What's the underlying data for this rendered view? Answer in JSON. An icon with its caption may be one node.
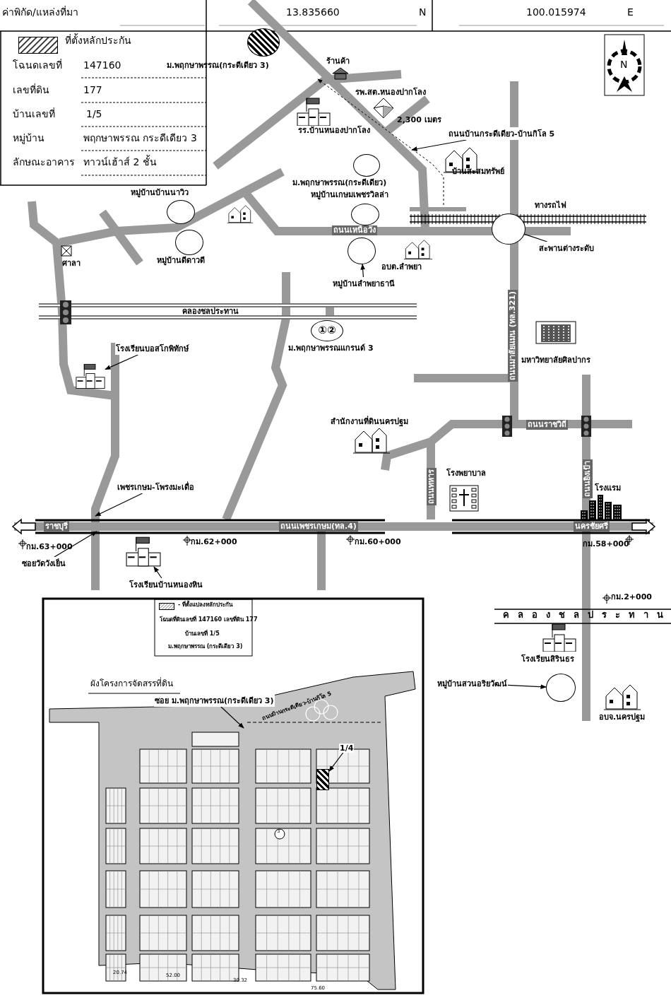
{
  "diagram": {
    "nodes": [
      {
        "text": [],
        "shape": "circle",
        "beside": [
          "ม.พฤกษาพรรณ(กระดีเดียว 3)"
        ]
      },
      {
        "text": [],
        "shape": "circle",
        "beside": [
          "ม.พฤกษาพรรณ(กระดีเดียว)"
        ]
      },
      {
        "text": [],
        "shape": "circle",
        "beside": [
          "หมู่บ้านบ้านนาวิว"
        ]
      },
      {
        "text": [],
        "shape": "circle",
        "beside": [
          "หมู่บ้านดีดาวดี"
        ]
      },
      {
        "text": [],
        "shape": "circle",
        "beside": [
          "หมู่บ้านเกษมเพชรวิลล่า"
        ]
      },
      {
        "text": [],
        "shape": "circle"
      },
      {
        "text": [
          "หมู่บ้านลำพยาธานี"
        ]
      },
      {
        "text": [],
        "shape": "circle"
      },
      {
        "text": [
          "สะพานต่างระดับ"
        ]
      },
      {
        "text": [
          "①②"
        ],
        "beside": [
          "ม.พฤกษาพรรณแกรนด์ 3"
        ]
      },
      {
        "text": [],
        "shape": "circle"
      },
      {
        "text": [
          "หมู่บ้านสวนอริยวัฒน์"
        ]
      },
      {
        "text": [
          "ถนนบ้านกระดีเดียว-บ้านกิโล 5"
        ]
      },
      {
        "text": [
          "โรงเรียนบอสโกพิทักษ์"
        ]
      },
      {
        "text": [],
        "shape": "picture"
      },
      {
        "text": [
          "เพชรเกษม-โพรงมะเดื่อ"
        ]
      },
      {
        "text": [
          "ซอยวัดวังเย็น"
        ]
      },
      {
        "text": [
          "โรงเรียนบ้านหนองหิน"
        ]
      },
      {
        "text": [],
        "shape": "picture"
      },
      {
        "text": [
          "ซอย ม.พฤกษาพรรณ(กระดีเดียว 3)"
        ]
      },
      {
        "text": [
          "1/4"
        ]
      },
      {
        "text": [],
        "shape": "box"
      }
    ],
    "edges": [
      {
        "from": 6,
        "to": 5,
        "arrow": "to"
      },
      {
        "from": 8,
        "to": 7,
        "arrow": "none"
      },
      {
        "from": 11,
        "to": 10,
        "arrow": "to"
      },
      {
        "from": 12,
        "to": null,
        "arrow": "to"
      },
      {
        "from": 13,
        "to": 14,
        "arrow": "to"
      },
      {
        "from": 15,
        "to": null,
        "arrow": "to"
      },
      {
        "from": 16,
        "to": null,
        "arrow": "to"
      },
      {
        "from": 17,
        "to": 18,
        "arrow": "to"
      },
      {
        "from": 19,
        "to": null,
        "arrow": "to"
      },
      {
        "from": 20,
        "to": 21,
        "arrow": "to"
      }
    ],
    "labels": [
      "ค่าพิกัด/แหล่งที่มา",
      "13.835660",
      "N",
      "100.015974",
      "E",
      "โฉนดเลขที่",
      "147160",
      "เลขที่ดิน",
      "177",
      "บ้านเลขที่",
      "1/5",
      "หมู่บ้าน",
      "พฤกษาพรรณ กระดีเดียว 3",
      "ลักษณะอาคาร",
      "ทาวน์เฮ้าส์ 2 ชั้น",
      "N",
      "ร้านค้า",
      "รพ.สต.หนองปากโลง",
      "รร.บ้านหนองปากโลง",
      "2,300 เมตร",
      "บ้านสะสมทรัพย์",
      "ทางรถไฟ",
      "ถนนเหนือวัง",
      "อบต.ลำพยา",
      "ศาลา",
      "คลองชลประทาน",
      "ถนนมาลัยแมน (ทล.321)",
      "มหาวิทยาลัยศิลปากร",
      "สำนักงานที่ดินนครปฐม",
      "ถนนราชวิถี",
      "ถนนทหาร",
      "โรงพยาบาล",
      "ถนนยิงเป้า",
      "โรงแรม",
      "ราชบุรี",
      "ถนนเพชรเกษม(ทล.4)",
      "นครชัยศรี",
      "กม.63+000",
      "กม.62+000",
      "กม.60+000",
      "กม.58+000",
      "กม.2+000",
      "คลองชลประทาน",
      "โรงเรียนสิรินธร",
      "อบจ.นครปฐม",
      "โฉนดที่ดินเลขที่ 147160 เลขที่ดิน 177",
      "บ้านเลขที่ 1/5",
      "ม.พฤกษาพรรณ (กระดีเดียว 3)",
      "ผังโครงการจัดสรรที่ดิน",
      "ถนนบ้านกระดีเดียว-บ้านกิโล 5",
      "3",
      "20.74",
      "52.00",
      "30.32",
      "75.60"
    ],
    "legend": [
      {
        "text": "ที่ตั้งหลักประกัน"
      },
      {
        "text": "- ที่ตั้งแปลงหลักประกัน"
      }
    ]
  }
}
